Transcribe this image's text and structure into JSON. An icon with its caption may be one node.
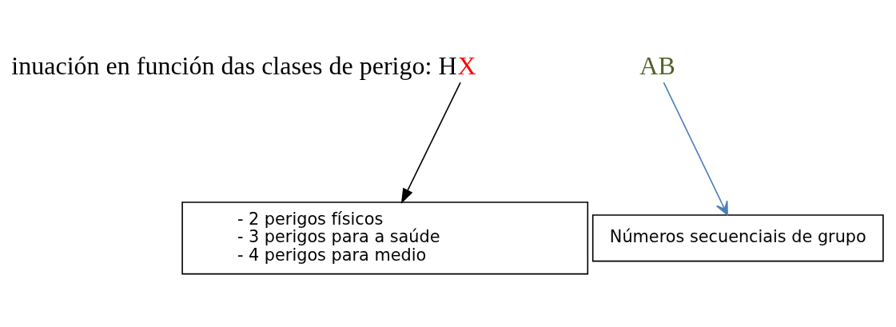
{
  "diagram": {
    "nodes": [
      {
        "text": [
          "X"
        ]
      },
      {
        "text": [
          "AB"
        ]
      },
      {
        "text": [
          "Números secuenciais de grupo"
        ]
      },
      {
        "text": [
          "- 2 perigos físicos",
          "- 3 perigos para a saúde",
          "- 4 perigos para medio"
        ]
      }
    ],
    "edges": [
      {
        "from": 0,
        "to": 3,
        "arrow": "to"
      },
      {
        "from": 1,
        "to": 2,
        "arrow": "to",
        "color": "#4a7ebb"
      }
    ],
    "labels": [
      "inuación en función das clases de perigo: H"
    ]
  }
}
